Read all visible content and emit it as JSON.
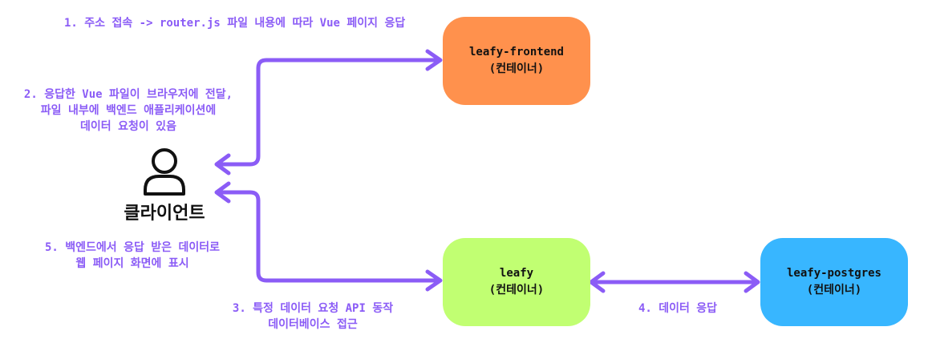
{
  "colors": {
    "accent": "#8b5cf6",
    "frontend_box": "#ff914d",
    "backend_box": "#c1ff72",
    "db_box": "#38b6ff"
  },
  "notes": {
    "step1": "1. 주소 접속 -> router.js 파일 내용에 따라 Vue 페이지 응답",
    "step2": "2. 응답한 Vue 파일이 브라우저에 전달,\n파일 내부에 백엔드 애플리케이션에\n데이터 요청이 있음",
    "step3": "3. 특정 데이터 요청 API 동작\n데이터베이스 접근",
    "step4": "4. 데이터 응답",
    "step5": "5. 백엔드에서 응답 받은 데이터로\n웹 페이지 화면에 표시"
  },
  "client": {
    "icon": "user-icon",
    "label": "클라이언트"
  },
  "containers": {
    "frontend": {
      "name": "leafy-frontend",
      "sub": "(컨테이너)"
    },
    "backend": {
      "name": "leafy",
      "sub": "(컨테이너)"
    },
    "database": {
      "name": "leafy-postgres",
      "sub": "(컨테이너)"
    }
  }
}
